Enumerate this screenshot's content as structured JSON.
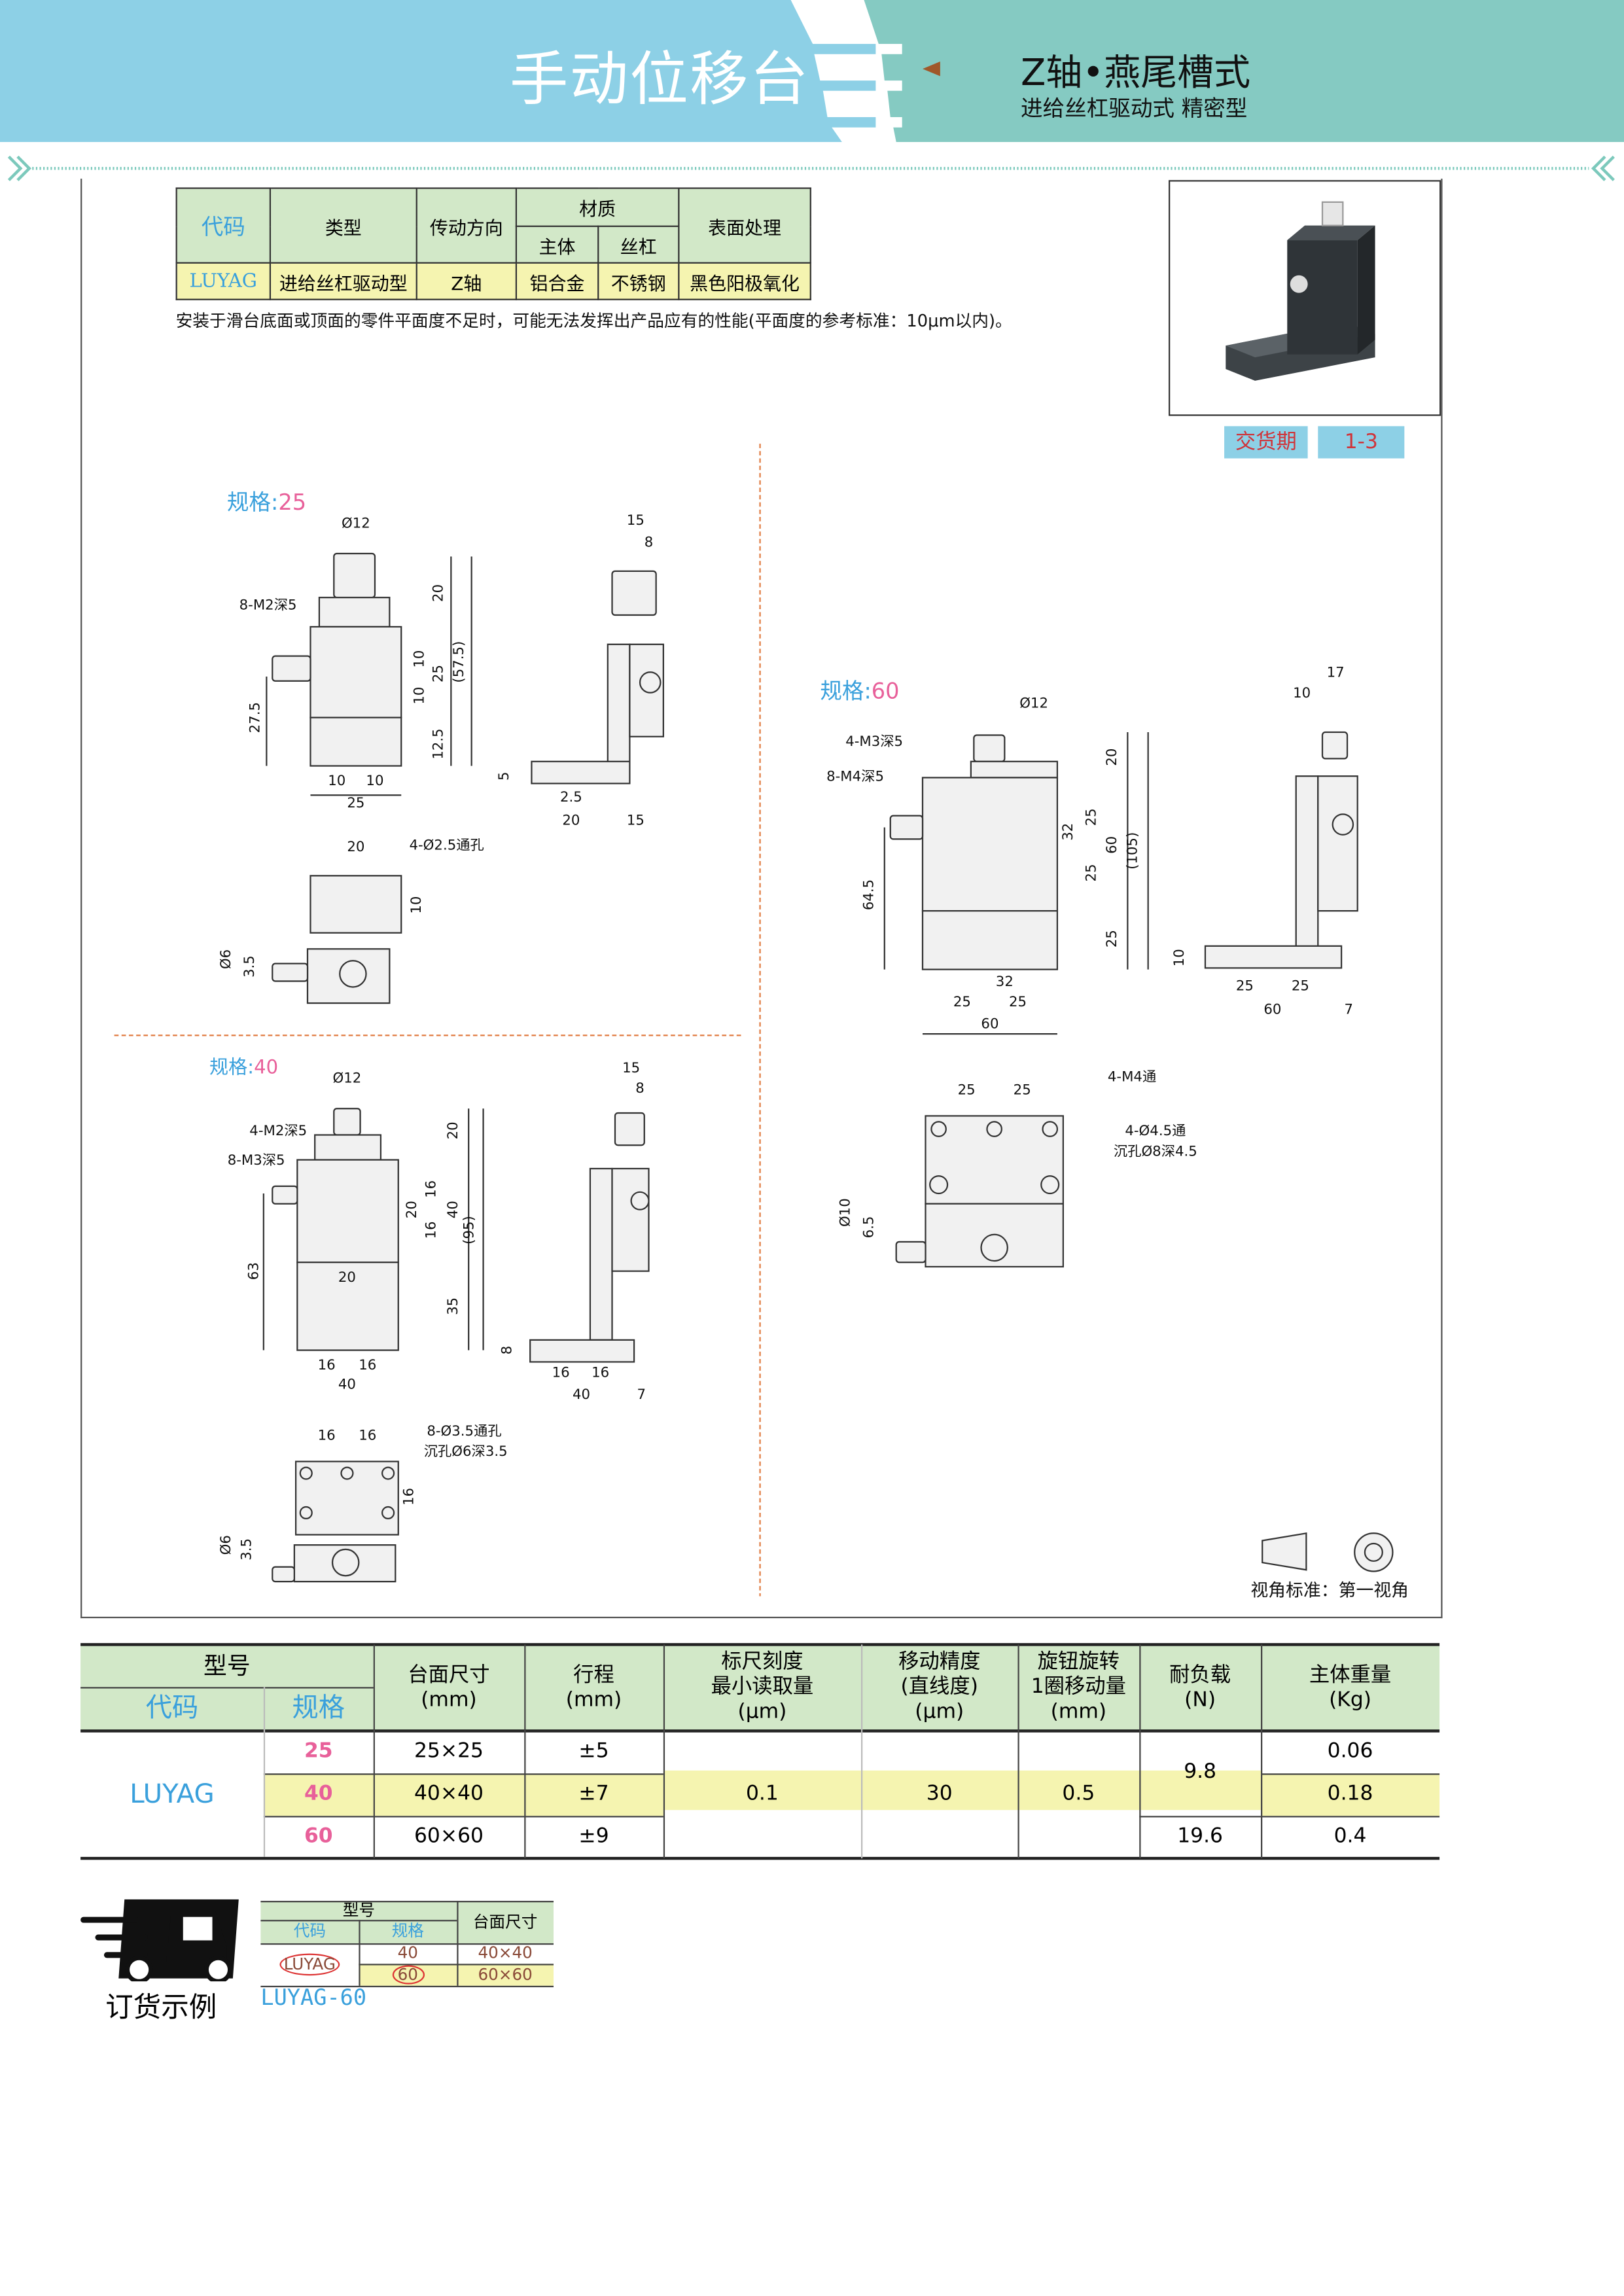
{
  "header": {
    "title": "手动位移台",
    "subtitle": "Z轴•燕尾槽式",
    "subline": "进给丝杠驱动式  精密型",
    "colors": {
      "left": "#8dd0e6",
      "right": "#85cac2",
      "arrow": "#a0582a"
    }
  },
  "spec_table": {
    "headers": {
      "code": "代码",
      "type": "类型",
      "direction": "传动方向",
      "material": "材质",
      "body": "主体",
      "screw": "丝杠",
      "surface": "表面处理"
    },
    "row": {
      "code": "LUYAG",
      "type": "进给丝杠驱动型",
      "direction": "Z轴",
      "body": "铝合金",
      "screw": "不锈钢",
      "surface": "黑色阳极氧化"
    },
    "note": "安装于滑台底面或顶面的零件平面度不足时，可能无法发挥出产品应有的性能(平面度的参考标准：10μm以内)。"
  },
  "delivery": {
    "label": "交货期",
    "value": "1-3"
  },
  "drawings": {
    "s25": {
      "label": "规格:",
      "size": "25",
      "front": [
        "Ø12",
        "8-M2深5",
        "20",
        "10",
        "25",
        "10",
        "(57.5)",
        "12.5",
        "27.5",
        "10",
        "10",
        "25"
      ],
      "side": [
        "15",
        "8",
        "5",
        "2.5",
        "20",
        "15"
      ],
      "bottom": [
        "20",
        "4-Ø2.5通孔",
        "10",
        "Ø6",
        "3.5"
      ]
    },
    "s40": {
      "label": "规格:",
      "size": "40",
      "front": [
        "Ø12",
        "4-M2深5",
        "8-M3深5",
        "20",
        "16",
        "20",
        "16",
        "40",
        "(95)",
        "20",
        "63",
        "35",
        "16",
        "16",
        "40"
      ],
      "side": [
        "15",
        "8",
        "8",
        "16",
        "16",
        "40",
        "7"
      ],
      "bottom": [
        "16",
        "16",
        "8-Ø3.5通孔",
        "沉孔Ø6深3.5",
        "16",
        "Ø6",
        "3.5"
      ]
    },
    "s60": {
      "label": "规格:",
      "size": "60",
      "front": [
        "Ø12",
        "4-M3深5",
        "8-M4深5",
        "20",
        "25",
        "32",
        "60",
        "25",
        "(105)",
        "25",
        "64.5",
        "32",
        "25",
        "25",
        "60"
      ],
      "side": [
        "10",
        "17",
        "10",
        "25",
        "25",
        "60",
        "7"
      ],
      "bottom": [
        "25",
        "25",
        "4-M4通",
        "4-Ø4.5通",
        "沉孔Ø8深4.5",
        "Ø10",
        "6.5"
      ]
    },
    "view_standard": "视角标准：第一视角"
  },
  "main_table": {
    "headers": {
      "model": "型号",
      "code": "代码",
      "spec": "规格",
      "table_size": "台面尺寸\n(mm)",
      "stroke": "行程\n(mm)",
      "scale": "标尺刻度\n最小读取量\n(μm)",
      "accuracy": "移动精度\n(直线度)\n(μm)",
      "knob": "旋钮旋转\n1圈移动量\n(mm)",
      "load": "耐负载\n(N)",
      "weight": "主体重量\n(Kg)"
    },
    "code": "LUYAG",
    "rows": [
      {
        "spec": "25",
        "size": "25×25",
        "stroke": "±5",
        "weight": "0.06"
      },
      {
        "spec": "40",
        "size": "40×40",
        "stroke": "±7",
        "weight": "0.18"
      },
      {
        "spec": "60",
        "size": "60×60",
        "stroke": "±9",
        "weight": "0.4"
      }
    ],
    "shared": {
      "scale": "0.1",
      "accuracy": "30",
      "knob": "0.5",
      "load_small": "9.8",
      "load_large": "19.6"
    }
  },
  "order_example": {
    "title": "订货示例",
    "model": "型号",
    "code": "代码",
    "spec": "规格",
    "size": "台面尺寸",
    "code_value": "LUYAG",
    "rows": [
      {
        "spec": "40",
        "size": "40×40"
      },
      {
        "spec": "60",
        "size": "60×60"
      }
    ],
    "result": "LUYAG-60"
  }
}
